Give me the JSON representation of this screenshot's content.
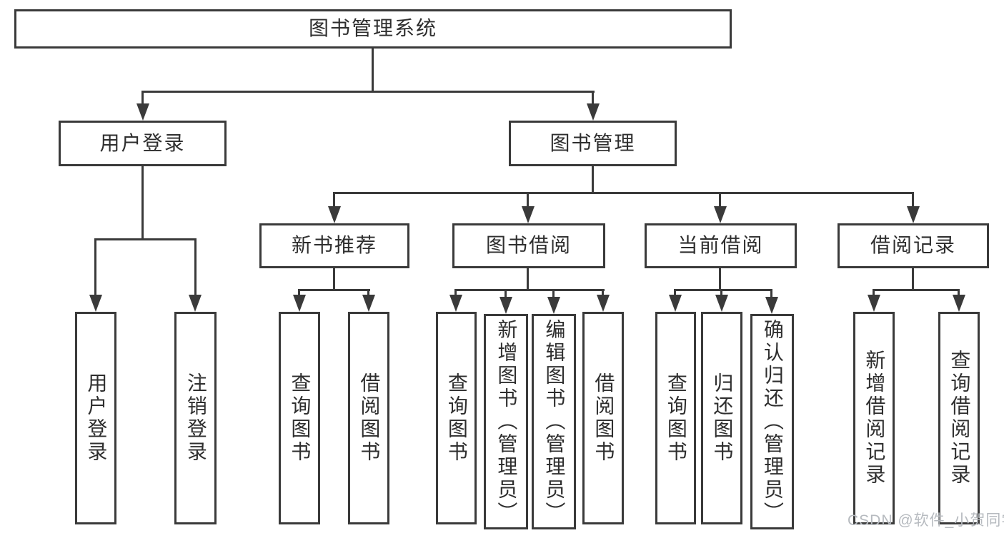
{
  "tree": {
    "root": "图书管理系统",
    "children": [
      {
        "label": "用户登录",
        "children": [
          {
            "label": "用户登录"
          },
          {
            "label": "注销登录"
          }
        ]
      },
      {
        "label": "图书管理",
        "children": [
          {
            "label": "新书推荐",
            "children": [
              {
                "label": "查询图书"
              },
              {
                "label": "借阅图书"
              }
            ]
          },
          {
            "label": "图书借阅",
            "children": [
              {
                "label": "查询图书"
              },
              {
                "label": "新增图书（管理员）"
              },
              {
                "label": "编辑图书（管理员）"
              },
              {
                "label": "借阅图书"
              }
            ]
          },
          {
            "label": "当前借阅",
            "children": [
              {
                "label": "查询图书"
              },
              {
                "label": "归还图书"
              },
              {
                "label": "确认归还（管理员）"
              }
            ]
          },
          {
            "label": "借阅记录",
            "children": [
              {
                "label": "新增借阅记录"
              },
              {
                "label": "查询借阅记录"
              }
            ]
          }
        ]
      }
    ]
  },
  "watermark": "CSDN @软件_小贺同学",
  "colors": {
    "line": "#3a3a3a",
    "text": "#2e2e2e",
    "background": "#ffffff",
    "watermark": "#b6babf"
  }
}
